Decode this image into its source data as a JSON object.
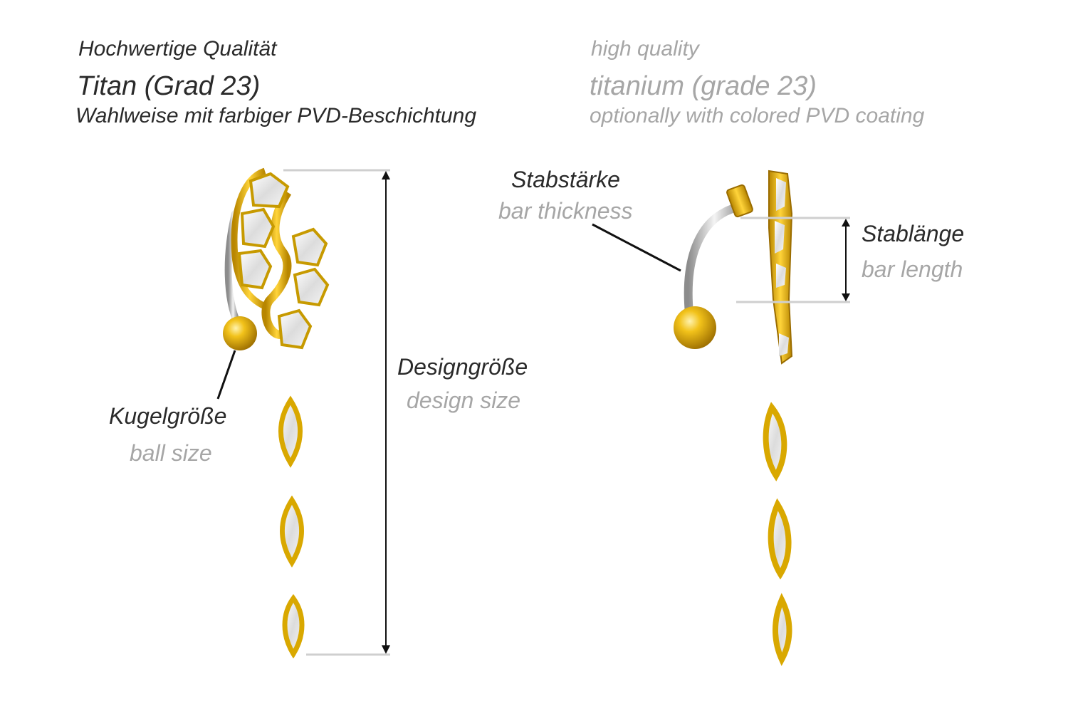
{
  "header": {
    "de_quality": "Hochwertige Qualität",
    "de_material": "Titan (Grad 23)",
    "de_coating": "Wahlweise mit farbiger PVD-Beschichtung",
    "en_quality": "high quality",
    "en_material": "titanium (grade 23)",
    "en_coating": "optionally with colored PVD coating"
  },
  "labels": {
    "ball_size_de": "Kugelgröße",
    "ball_size_en": "ball size",
    "design_size_de": "Designgröße",
    "design_size_en": "design size",
    "bar_thickness_de": "Stabstärke",
    "bar_thickness_en": "bar thickness",
    "bar_length_de": "Stablänge",
    "bar_length_en": "bar length"
  },
  "colors": {
    "gold": "#e8b400",
    "gold_dark": "#a87a00",
    "steel": "#c8c8c8",
    "dim_line": "#cfcfcf"
  }
}
